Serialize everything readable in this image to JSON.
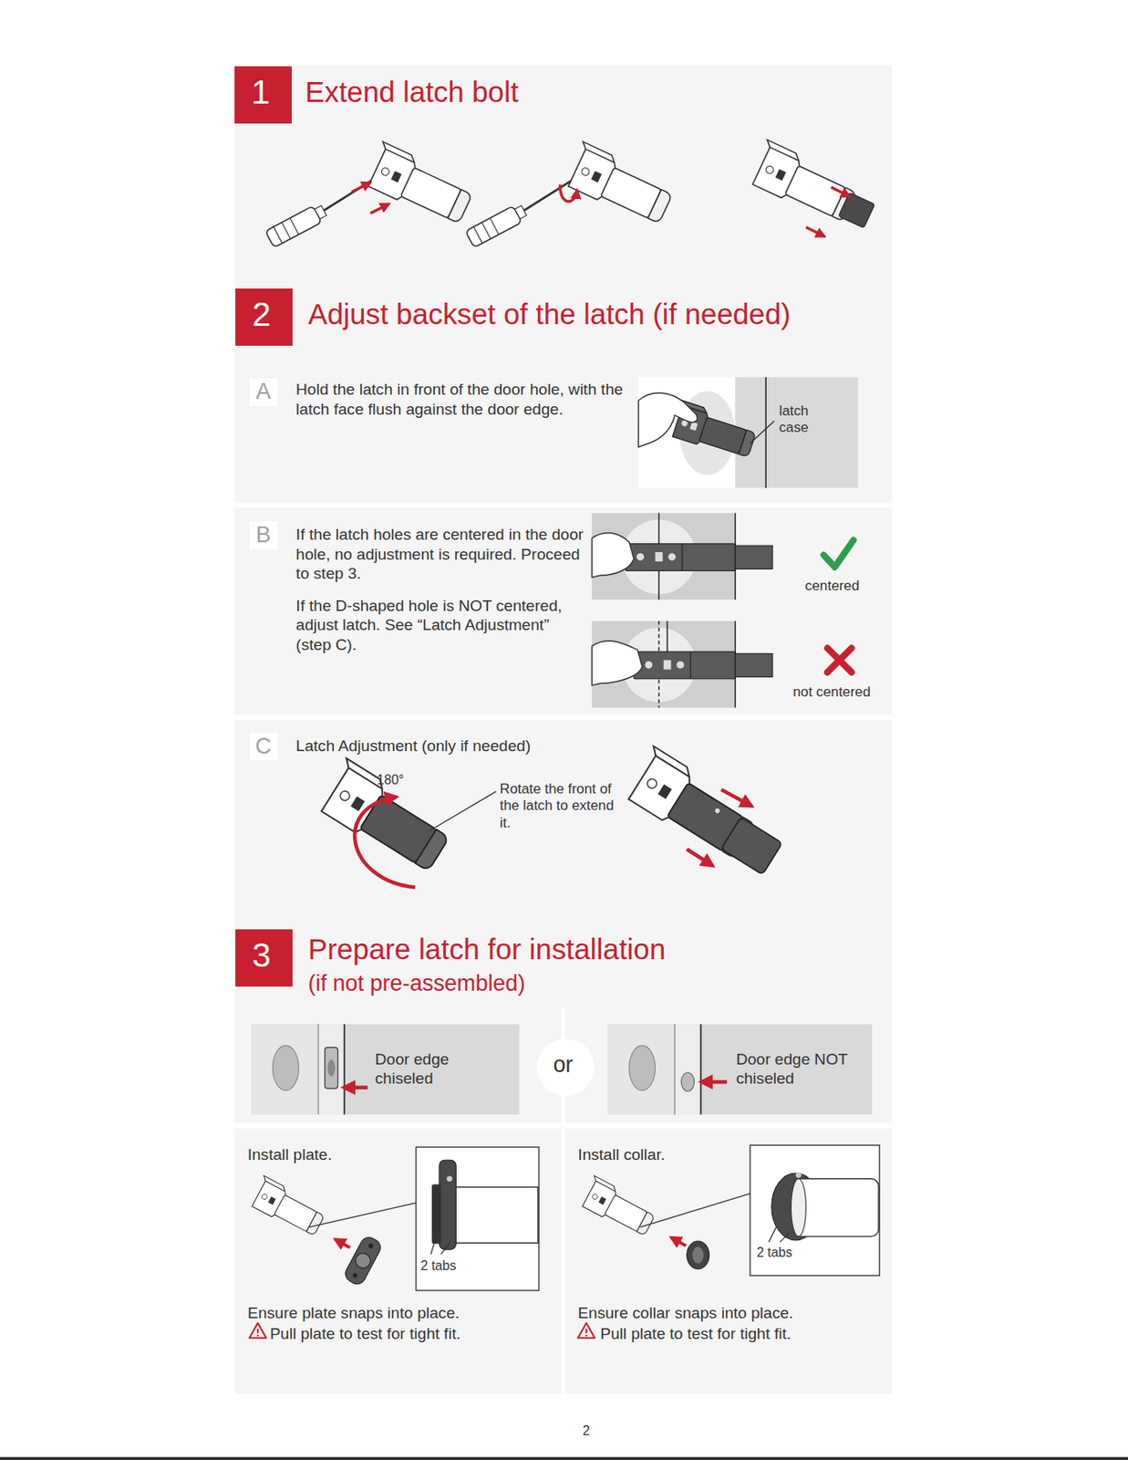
{
  "diagram": {
    "nodes": [
      {
        "text": [
          "1",
          "Extend latch bolt"
        ]
      },
      {
        "text": [
          "2",
          "Adjust backset of the latch (if needed)"
        ]
      },
      {
        "text": [
          "A",
          "Hold the latch in front of the door hole, with the latch face flush against the door edge."
        ]
      },
      {
        "text": [
          "B",
          "If the latch holes are centered in the door hole, no adjustment is required. Proceed to step 3.",
          "If the D-shaped hole is NOT centered, adjust latch. See “Latch Adjustment” (step C)."
        ]
      },
      {
        "text": [
          "C",
          "Latch Adjustment (only if needed)"
        ]
      },
      {
        "text": [
          "3",
          "Prepare latch for installation",
          "(if not pre-assembled)"
        ]
      },
      {
        "text": [
          "Door edge chiseled"
        ]
      },
      {
        "text": [
          "or"
        ]
      },
      {
        "text": [
          "Door edge NOT chiseled"
        ]
      },
      {
        "text": [
          "Install plate.",
          "Ensure plate snaps into place.",
          "Pull plate to test for tight fit."
        ]
      },
      {
        "text": [
          "Install collar.",
          "Ensure collar snaps into place.",
          "Pull plate to test for tight fit."
        ]
      }
    ],
    "labels": [
      "latch case",
      "centered",
      "not centered",
      "180°",
      "Rotate the front of the latch to extend it.",
      "2 tabs",
      "2 tabs",
      "2"
    ]
  }
}
